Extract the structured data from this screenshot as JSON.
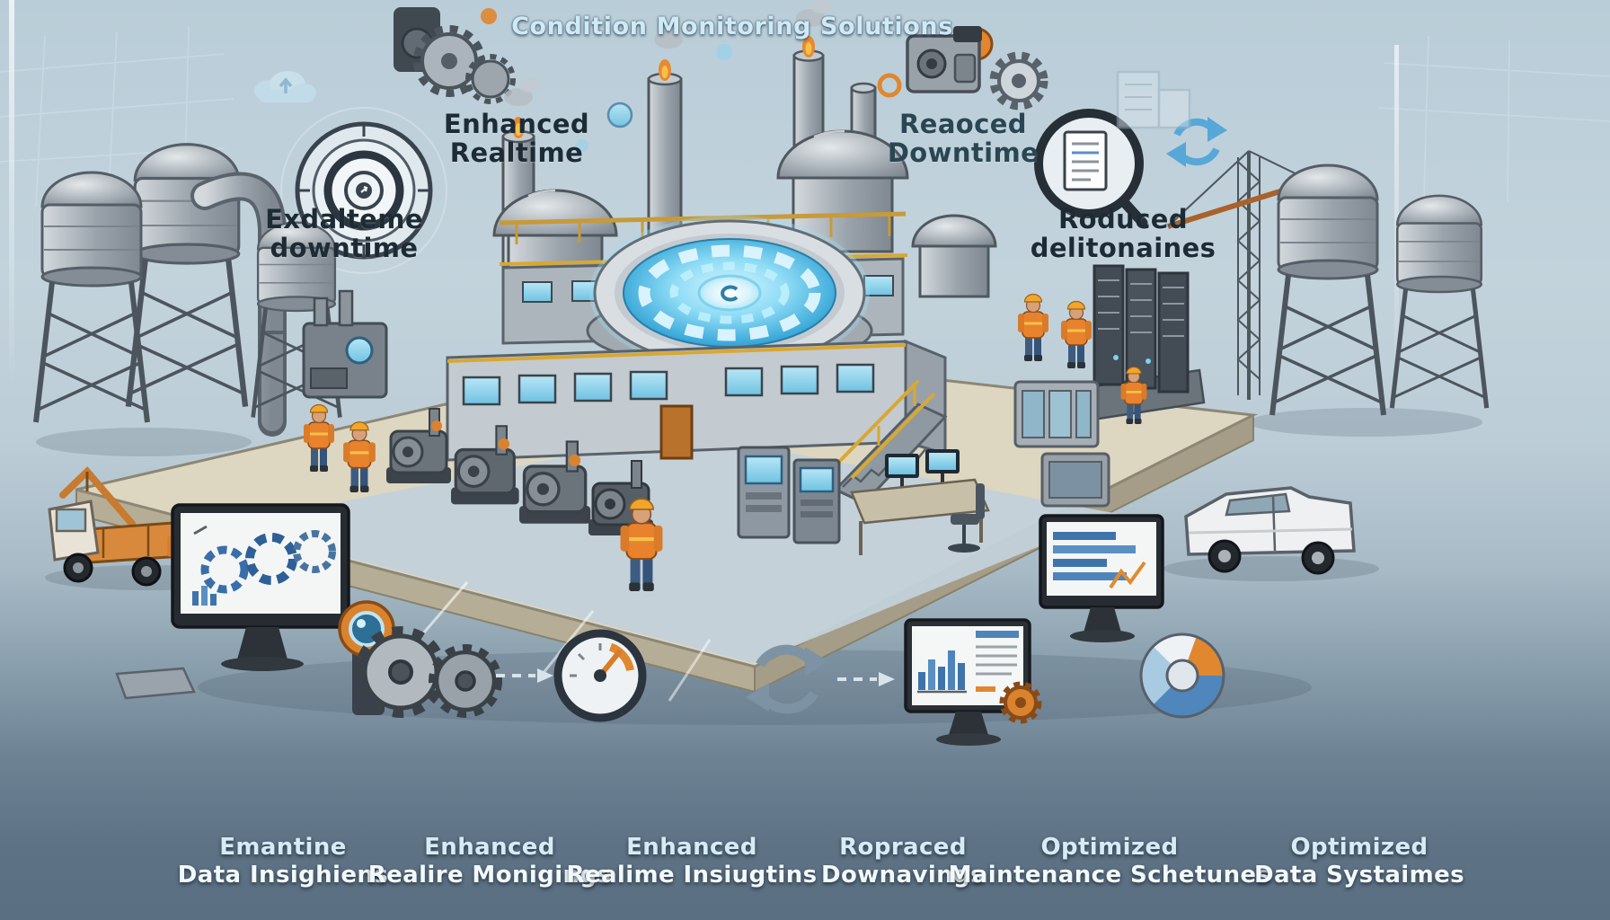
{
  "title": "Condition Monitoring Solutions",
  "top_labels": [
    {
      "line1": "Enhanced",
      "line2": "Realtime"
    },
    {
      "line1": "Exdalteme",
      "line2": "downtime"
    },
    {
      "line1": "Reaoced",
      "line2": "Downtime"
    },
    {
      "line1": "Roduced",
      "line2": "delitonaines"
    }
  ],
  "bottom_labels": [
    {
      "line1": "Emantine",
      "line2": "Data Insighiens"
    },
    {
      "line1": "Enhanced",
      "line2": "Realire Monigings"
    },
    {
      "line1": "Enhanced",
      "line2": "Realime Insiugtins"
    },
    {
      "line1": "Ropraced",
      "line2": "Downavings"
    },
    {
      "line1": "Optimized",
      "line2": "Maintenance Schetunes"
    },
    {
      "line1": "Optimized",
      "line2": "Data Systaimes"
    }
  ],
  "icons": {
    "top": [
      "cloud-icon",
      "gears-sketch-icon",
      "target-gauge-icon",
      "machine-sketch-icon",
      "gear-icon",
      "document-magnifier-icon",
      "sync-arrows-icon",
      "building-sketch-icon",
      "crane-icon"
    ],
    "bottom": [
      "monitor-dashboard-icon",
      "gears-icon",
      "gauge-icon",
      "refresh-arrows-icon",
      "monitor-chart-icon",
      "donut-chart-icon"
    ]
  },
  "colors": {
    "background_top": "#b9cdd8",
    "background_bottom": "#5a6f81",
    "title": "#cfeaf6",
    "dark_label": "#1d2b35",
    "light_label": "#f2f8fb",
    "accent_orange": "#e0872f",
    "accent_yellow": "#d8a833",
    "glow_blue": "#49b9e8",
    "metal": "#9aa3ab"
  }
}
